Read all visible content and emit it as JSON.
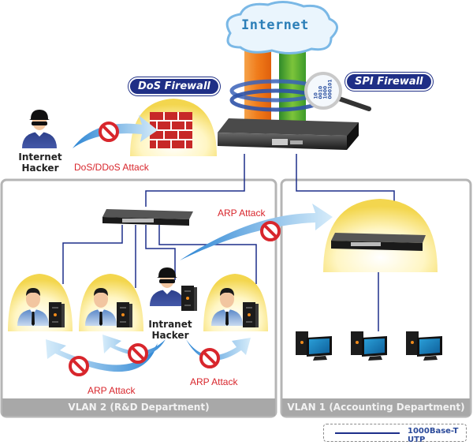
{
  "internet": {
    "label": "Internet"
  },
  "firewalls": {
    "dos": "DoS Firewall",
    "spi": "SPI Firewall",
    "spi_binary": [
      "10",
      "0010",
      "1000",
      "000101"
    ]
  },
  "actors": {
    "internet_hacker": [
      "Internet",
      "Hacker"
    ],
    "intranet_hacker": [
      "Intranet",
      "Hacker"
    ]
  },
  "attacks": {
    "dos": "DoS/DDoS Attack",
    "arp_cross_vlan": "ARP Attack",
    "arp_left": "ARP Attack",
    "arp_right": "ARP Attack"
  },
  "vlans": [
    {
      "label": "VLAN 2 (R&D Department)"
    },
    {
      "label": "VLAN 1 (Accounting Department)"
    }
  ],
  "legend": {
    "cable_label": "1000Base-T UTP",
    "cable_color": "#1d2f8a"
  },
  "colors": {
    "accent_blue": "#1f2f86",
    "attack_red": "#d8262c",
    "vlan_border": "#b5b5b5",
    "shield_yellow": "#f7e27a",
    "pipe_orange": "#f07b1a",
    "pipe_green": "#5daa2a"
  }
}
